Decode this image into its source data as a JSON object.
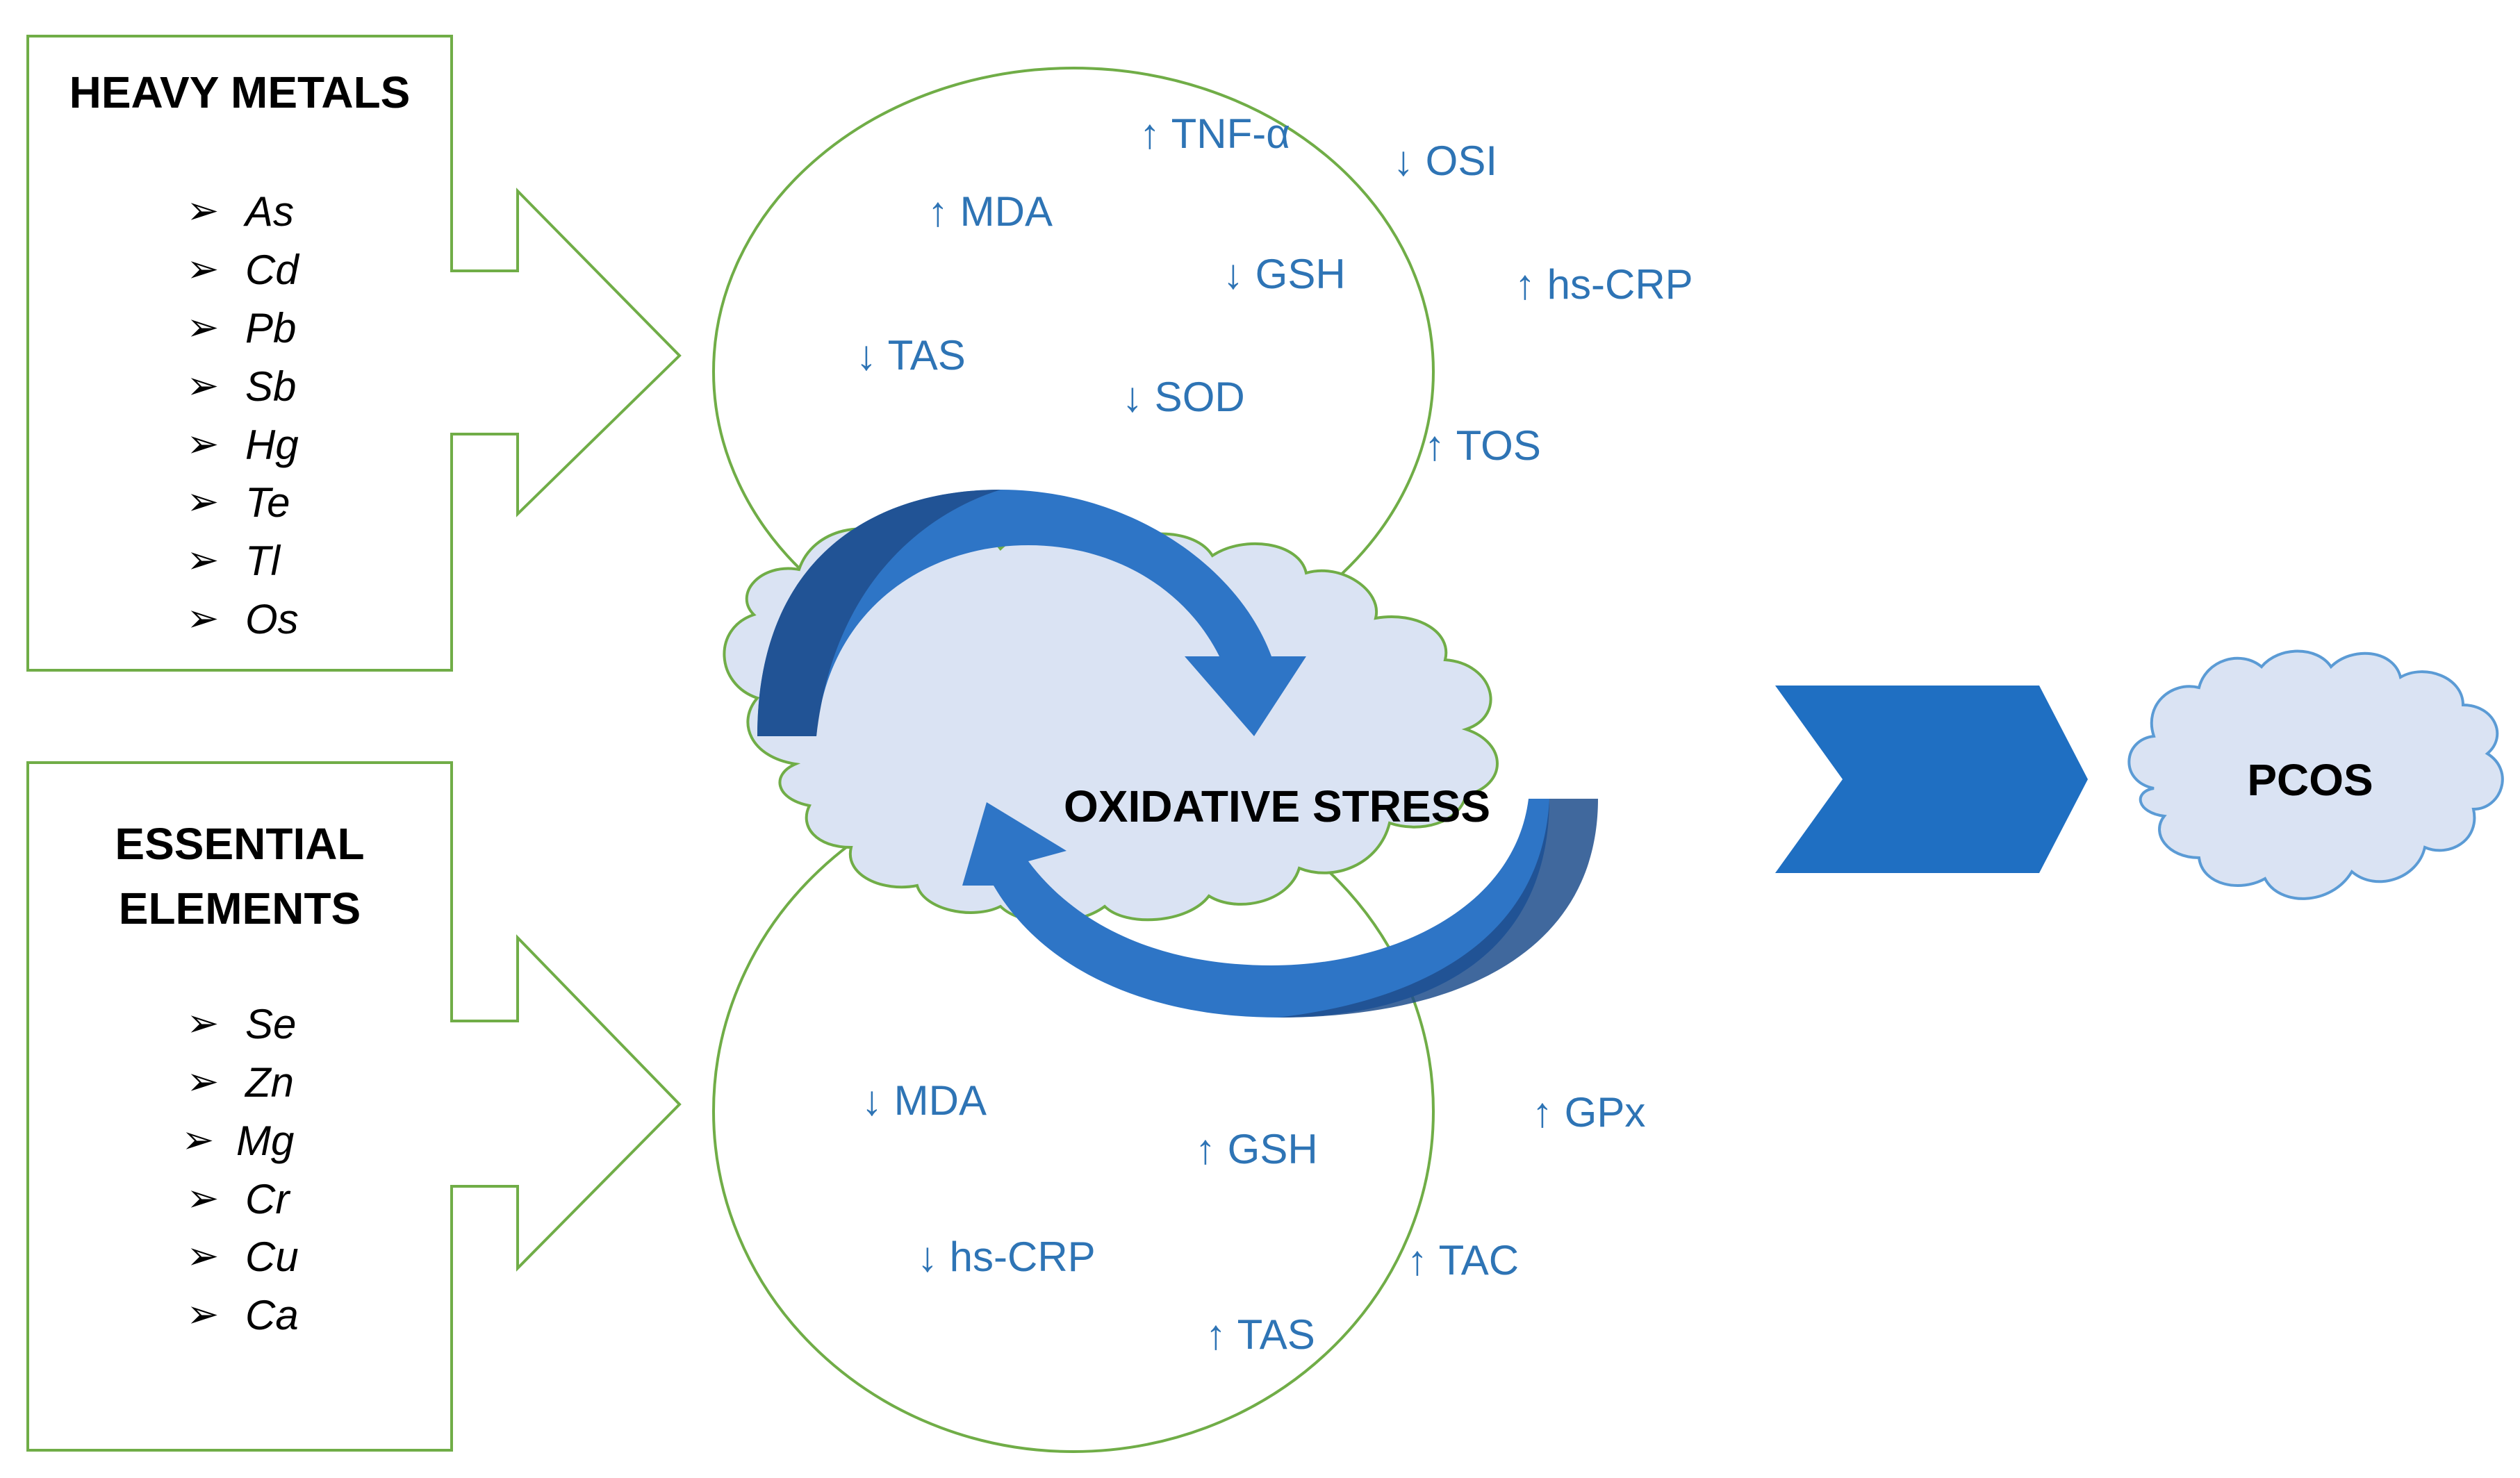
{
  "colors": {
    "outline_green": "#70ad47",
    "text_blue": "#2e74b5",
    "cloud_fill": "#dae3f3",
    "cloud_stroke": "#5b9bd5",
    "arrow_blue_light": "#2e75c6",
    "arrow_blue_dark": "#1f4e8c",
    "chevron_blue": "#1f6fc2"
  },
  "heavy_metals": {
    "title": "HEAVY METALS",
    "bullet": "➢",
    "items": [
      "As",
      "Cd",
      "Pb",
      "Sb",
      "Hg",
      "Te",
      "Tl",
      "Os"
    ]
  },
  "essential_elements": {
    "title_line1": "ESSENTIAL",
    "title_line2": "ELEMENTS",
    "bullet": "➢",
    "items": [
      "Se",
      "Zn",
      "Mg",
      "Cr",
      "Cu",
      "Ca"
    ]
  },
  "upper_ellipse": {
    "markers": [
      "↑ TNF-α",
      "↓ OSI",
      "↑ MDA",
      "↓ GSH",
      "↑ hs-CRP",
      "↓ TAS",
      "↓ SOD",
      "↑ TOS"
    ]
  },
  "lower_ellipse": {
    "markers": [
      "↓ MDA",
      "↑ GSH",
      "↑ GPx",
      "↓ hs-CRP",
      "↑ TAC",
      "↑ TAS"
    ]
  },
  "center": {
    "label": "OXIDATIVE STRESS"
  },
  "outcome": {
    "label": "PCOS"
  },
  "icons": [
    "arrowhead-bullet-icon",
    "cycle-arrow-icon",
    "chevron-arrow-icon",
    "cloud-icon",
    "block-arrow-icon"
  ]
}
